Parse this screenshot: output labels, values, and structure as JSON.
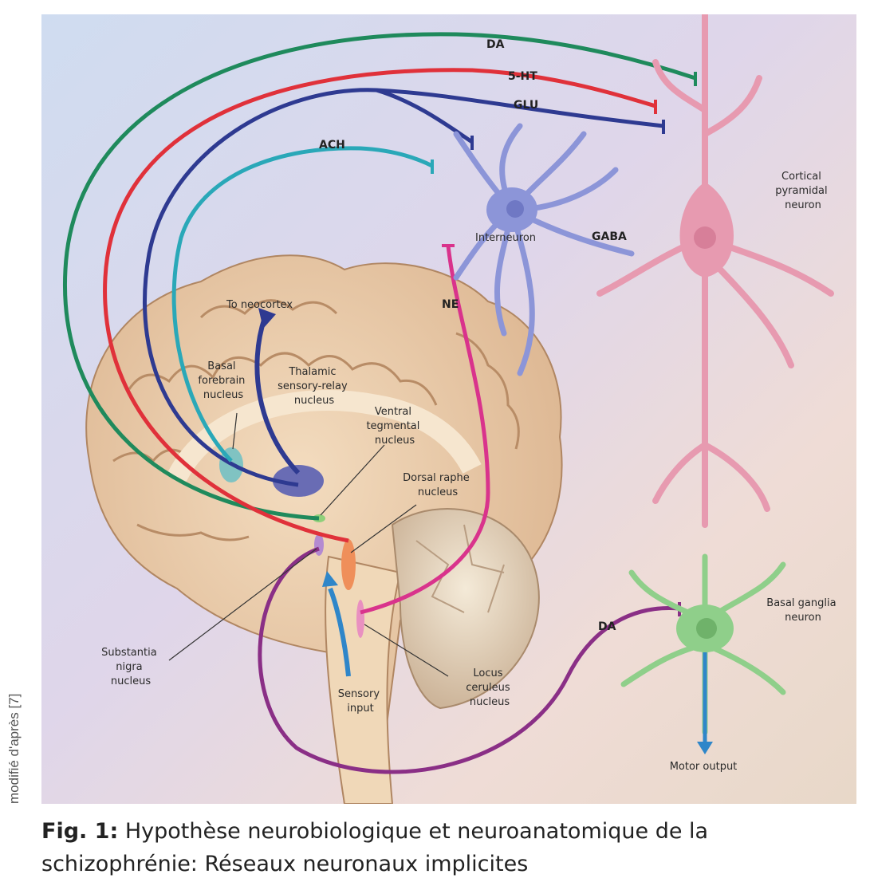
{
  "figure": {
    "pathway_labels": {
      "da_top": "DA",
      "ht5": "5-HT",
      "glu": "GLU",
      "ach": "ACH",
      "gaba": "GABA",
      "ne": "NE",
      "da_bottom": "DA"
    },
    "structure_labels": {
      "to_neocortex": "To neocortex",
      "basal_forebrain": [
        "Basal",
        "forebrain",
        "nucleus"
      ],
      "thalamic": [
        "Thalamic",
        "sensory-relay",
        "nucleus"
      ],
      "ventral_tegmental": [
        "Ventral",
        "tegmental",
        "nucleus"
      ],
      "dorsal_raphe": [
        "Dorsal raphe",
        "nucleus"
      ],
      "substantia_nigra": [
        "Substantia",
        "nigra",
        "nucleus"
      ],
      "sensory_input": [
        "Sensory",
        "input"
      ],
      "locus_ceruleus": [
        "Locus",
        "ceruleus",
        "nucleus"
      ],
      "interneuron": "Interneuron",
      "cortical_pyramidal": [
        "Cortical",
        "pyramidal",
        "neuron"
      ],
      "basal_ganglia": [
        "Basal ganglia",
        "neuron"
      ],
      "motor_output": "Motor output"
    },
    "colors": {
      "da": "#1f8a5c",
      "ht5": "#e0313a",
      "glu": "#2e3a91",
      "ach": "#2aa8b8",
      "ne": "#d9338c",
      "da_basal": "#8a2f86",
      "sensory": "#2f86c9",
      "brain": "#e8c4a0",
      "pyramidal": "#e79ab0",
      "interneuron": "#8c95d8",
      "basal_ganglia_neuron": "#8fcf8a"
    }
  },
  "side_credit": "modifié d'après [7]",
  "caption": {
    "label": "Fig. 1:",
    "text": " Hypothèse neurobiologique et neuroanatomique de la schizophrénie: Réseaux neuronaux implicites"
  }
}
